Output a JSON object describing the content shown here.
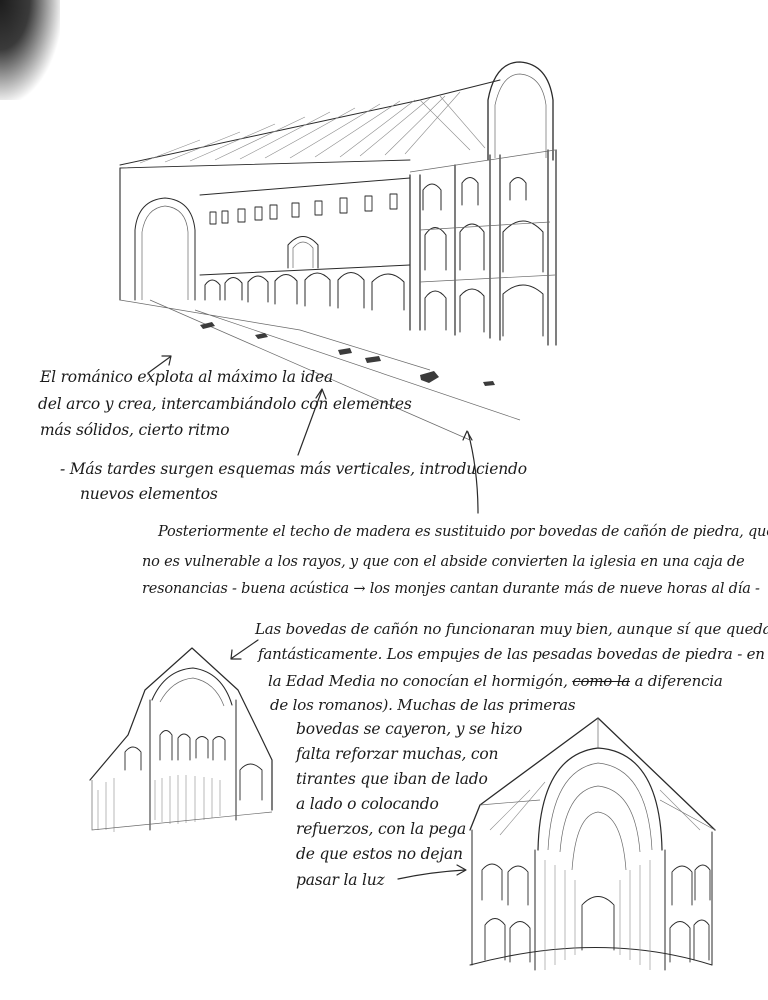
{
  "notes": {
    "note1_line1": "El románico explota al máximo la idea",
    "note1_line2": "del arco y crea, intercambiándolo con elementes",
    "note1_line3": "más sólidos, cierto ritmo",
    "note2_line1": "- Más tardes surgen esquemas más verticales, introduciendo",
    "note2_line2": "nuevos elementos",
    "note3_line1": "Posteriormente el techo de madera es sustituido por bovedas de cañón de piedra, que",
    "note3_line2": "no es vulnerable a los rayos, y que con el abside convierten la iglesia en una caja de",
    "note3_line3": "resonancias - buena acústica → los monjes cantan durante más de nueve horas al día -",
    "note4_line1": "Las bovedas de cañón no funcionaran muy bien, aunque sí que quedan",
    "note4_line2": "fantásticamente. Los empujes de las pesadas bovedas de piedra - en",
    "note4_line3a": "la Edad Media no conocían el hormigón,",
    "note4_line3_struck": "como la",
    "note4_line3b": "a diferencia",
    "note4_line4": "de los romanos). Muchas de las primeras",
    "note4_line5": "bovedas se cayeron, y se hizo",
    "note4_line6": "falta reforzar muchas, con",
    "note4_line7": "tirantes que iban de lado",
    "note4_line8": "a lado o colocando",
    "note4_line9": "refuerzos, con la pega",
    "note4_line10": "de que estos no dejan",
    "note4_line11": "pasar la luz"
  },
  "ink_color": "#1b1b1b"
}
